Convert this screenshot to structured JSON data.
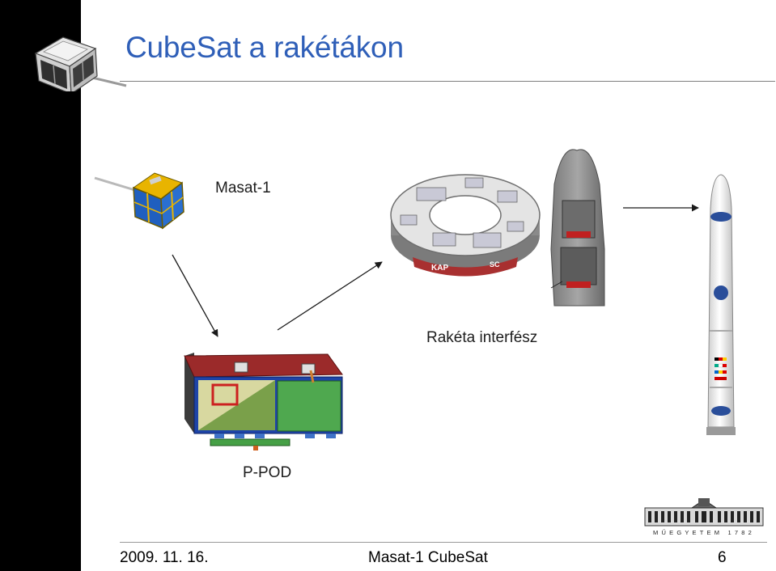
{
  "slide": {
    "title": "CubeSat a rakétákon"
  },
  "diagram": {
    "label_satellite": "Masat-1",
    "label_interface": "Rakéta interfész",
    "label_ppod": "P-POD",
    "ring_text_left": "KAP",
    "ring_text_right": "SC",
    "institution_logo_text": "MŰEGYETEM 1782"
  },
  "footer": {
    "date": "2009. 11. 16.",
    "center": "Masat-1 CubeSat",
    "page": "6"
  },
  "colors": {
    "title": "#2f5fb8",
    "left_bar": "#000000",
    "satellite_panel": "#1f5fbf",
    "satellite_frame": "#e1b000",
    "ppod_green": "#3a9a3a",
    "ppod_red": "#b31c1c",
    "ring_band": "#b03030"
  },
  "icons": [
    "cubesat-logo-icon",
    "cubesat-icon",
    "ppod-icon",
    "interface-ring-icon",
    "fairing-icon",
    "vega-rocket-icon",
    "bme-building-icon",
    "arrow-icon"
  ]
}
